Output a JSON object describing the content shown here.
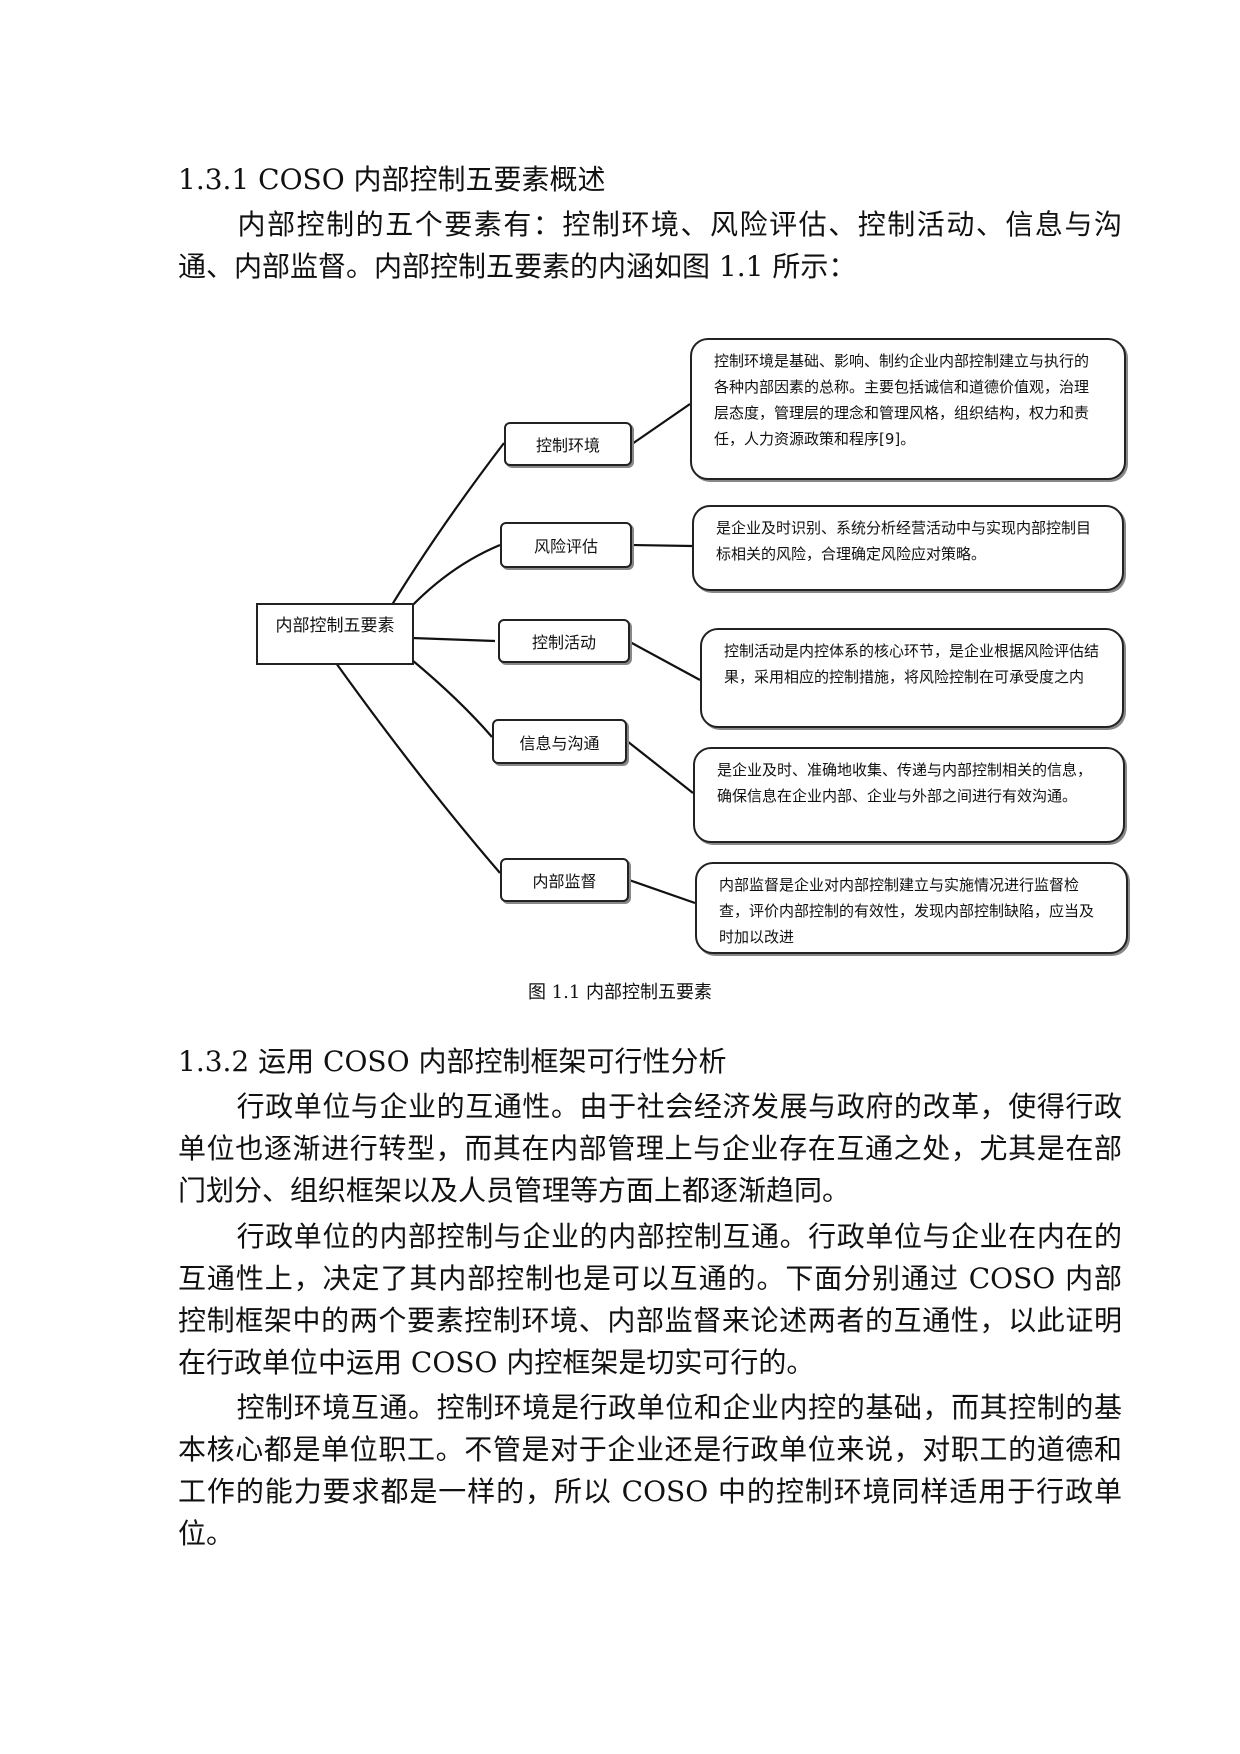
{
  "section_1": {
    "heading": "1.3.1  COSO 内部控制五要素概述",
    "paragraph": "内部控制的五个要素有：控制环境、风险评估、控制活动、信息与沟通、内部监督。内部控制五要素的内涵如图 1.1 所示："
  },
  "diagram": {
    "root": "内部控制五要素",
    "elements": [
      {
        "label": "控制环境",
        "description": "控制环境是基础、影响、制约企业内部控制建立与执行的各种内部因素的总称。主要包括诚信和道德价值观，治理层态度，管理层的理念和管理风格，组织结构，权力和责任，人力资源政策和程序[9]。"
      },
      {
        "label": "风险评估",
        "description": "是企业及时识别、系统分析经营活动中与实现内部控制目标相关的风险，合理确定风险应对策略。"
      },
      {
        "label": "控制活动",
        "description": "控制活动是内控体系的核心环节，是企业根据风险评估结果，采用相应的控制措施，将风险控制在可承受度之内"
      },
      {
        "label": "信息与沟通",
        "description": "是企业及时、准确地收集、传递与内部控制相关的信息，确保信息在企业内部、企业与外部之间进行有效沟通。"
      },
      {
        "label": "内部监督",
        "description": "内部监督是企业对内部控制建立与实施情况进行监督检查，评价内部控制的有效性，发现内部控制缺陷，应当及时加以改进"
      }
    ],
    "caption": "图 1.1 内部控制五要素"
  },
  "section_2": {
    "heading": "1.3.2 运用 COSO 内部控制框架可行性分析",
    "paragraphs": [
      "行政单位与企业的互通性。由于社会经济发展与政府的改革，使得行政单位也逐渐进行转型，而其在内部管理上与企业存在互通之处，尤其是在部门划分、组织框架以及人员管理等方面上都逐渐趋同。",
      "行政单位的内部控制与企业的内部控制互通。行政单位与企业在内在的互通性上，决定了其内部控制也是可以互通的。下面分别通过 COSO 内部控制框架中的两个要素控制环境、内部监督来论述两者的互通性，以此证明在行政单位中运用 COSO 内控框架是切实可行的。",
      "控制环境互通。控制环境是行政单位和企业内控的基础，而其控制的基本核心都是单位职工。不管是对于企业还是行政单位来说，对职工的道德和工作的能力要求都是一样的，所以 COSO 中的控制环境同样适用于行政单位。"
    ]
  }
}
